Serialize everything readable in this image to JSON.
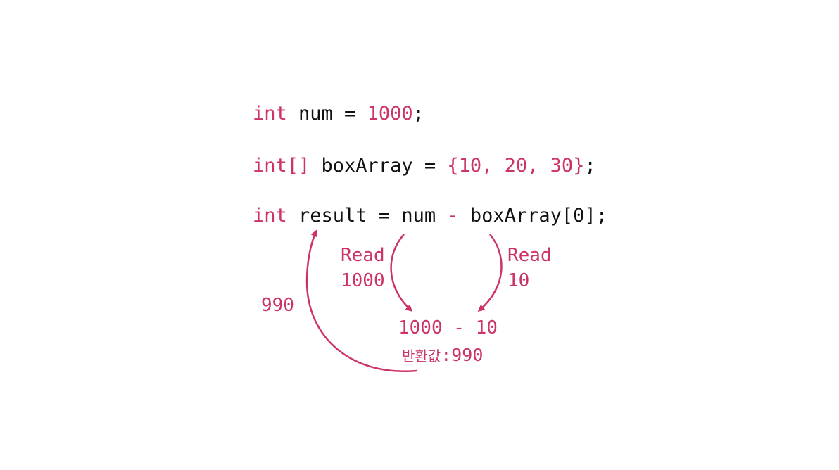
{
  "colors": {
    "accent": "#cc3366",
    "text": "#111111",
    "background": "#ffffff"
  },
  "code": {
    "line1": {
      "kw": "int",
      "ident": " num = ",
      "lit": "1000",
      "end": ";"
    },
    "line2": {
      "kw": "int[]",
      "ident": " boxArray = ",
      "lit": "{10, 20, 30}",
      "end": ";"
    },
    "line3": {
      "kw": "int",
      "ident": " result = num ",
      "op": "-",
      "rest": " boxArray[0];"
    }
  },
  "annotations": {
    "read_left_1": "Read",
    "read_left_2": "1000",
    "read_right_1": "Read",
    "read_right_2": "10",
    "result_value": "990",
    "expression": "1000 - 10",
    "return_label": "반환값",
    "return_value": ":990"
  }
}
